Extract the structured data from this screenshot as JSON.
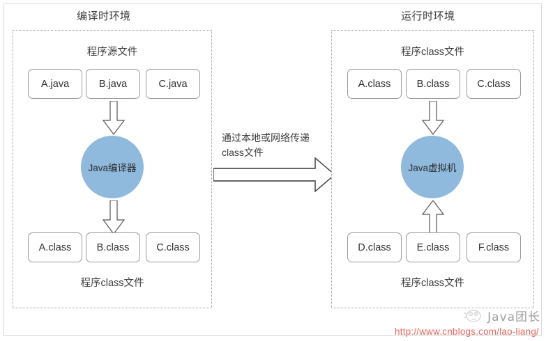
{
  "diagram": {
    "title_left": "编译时环境",
    "title_right": "运行时环境",
    "colors": {
      "circle_fill": "#8fb9dd",
      "box_border": "#9a9a9a",
      "dotted_border": "#9a9a9a",
      "frame_border": "#d9d9d9",
      "text": "#3d3d3d",
      "watermark_url": "#e8685f"
    },
    "compile_side": {
      "top_label": "程序源文件",
      "source_files": [
        "A.java",
        "B.java",
        "C.java"
      ],
      "processor": "Java编译器",
      "output_files": [
        "A.class",
        "B.class",
        "C.class"
      ],
      "bottom_label": "程序class文件",
      "arrow_down_1": "down-arrow",
      "arrow_down_2": "down-arrow"
    },
    "transfer": {
      "line1": "通过本地或网络传递",
      "line2": "class文件",
      "arrow": "right-arrow"
    },
    "runtime_side": {
      "top_label": "程序class文件",
      "input_files": [
        "A.class",
        "B.class",
        "C.class"
      ],
      "processor": "Java虚拟机",
      "local_files": [
        "D.class",
        "E.class",
        "F.class"
      ],
      "bottom_label": "程序class文件",
      "arrow_down": "down-arrow",
      "arrow_up": "up-arrow"
    }
  },
  "watermark": {
    "brand": "Java团长",
    "url": "http://www.cnblogs.com/lao-liang/",
    "logo": "penguin-logo-icon"
  }
}
